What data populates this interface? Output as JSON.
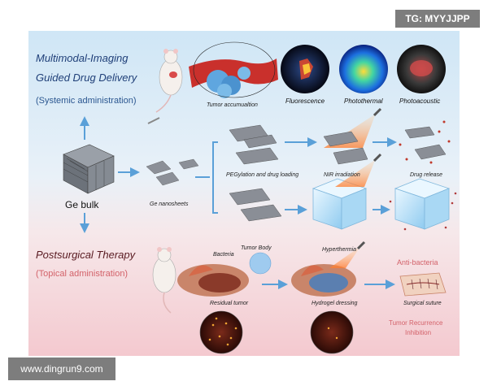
{
  "watermark_top": "TG: MYYJJPP",
  "watermark_bottom": "www.dingrun9.com",
  "top": {
    "title_line1": "Multimodal-Imaging",
    "title_line2": "Guided Drug Delivery",
    "route": "(Systemic administration)",
    "tumor_label": "Tumor accumualtion",
    "imaging": [
      "Fluorescence",
      "Photothermal",
      "Photoacoustic"
    ]
  },
  "middle": {
    "bulk": "Ge bulk",
    "nanosheets": "Ge nanosheets",
    "peg": "PEGylation and drug loading",
    "nir": "NIR irradiation",
    "release": "Drug release"
  },
  "bottom": {
    "title": "Postsurgical Therapy",
    "route": "(Topical administration)",
    "bacteria": "Bacteria",
    "tumor_body": "Tumor Body",
    "residual": "Residual tumor",
    "hyperthermia": "Hyperthermia",
    "hydrogel": "Hydrogel dressing",
    "anti_bacteria": "Anti-bacteria",
    "suture": "Surgical suture",
    "recurrence_line1": "Tumor Recurrence",
    "recurrence_line2": "Inhibition"
  },
  "colors": {
    "arrow": "#5aa0d8",
    "accent_red": "#d3626a",
    "title_blue": "#1f3f78"
  }
}
